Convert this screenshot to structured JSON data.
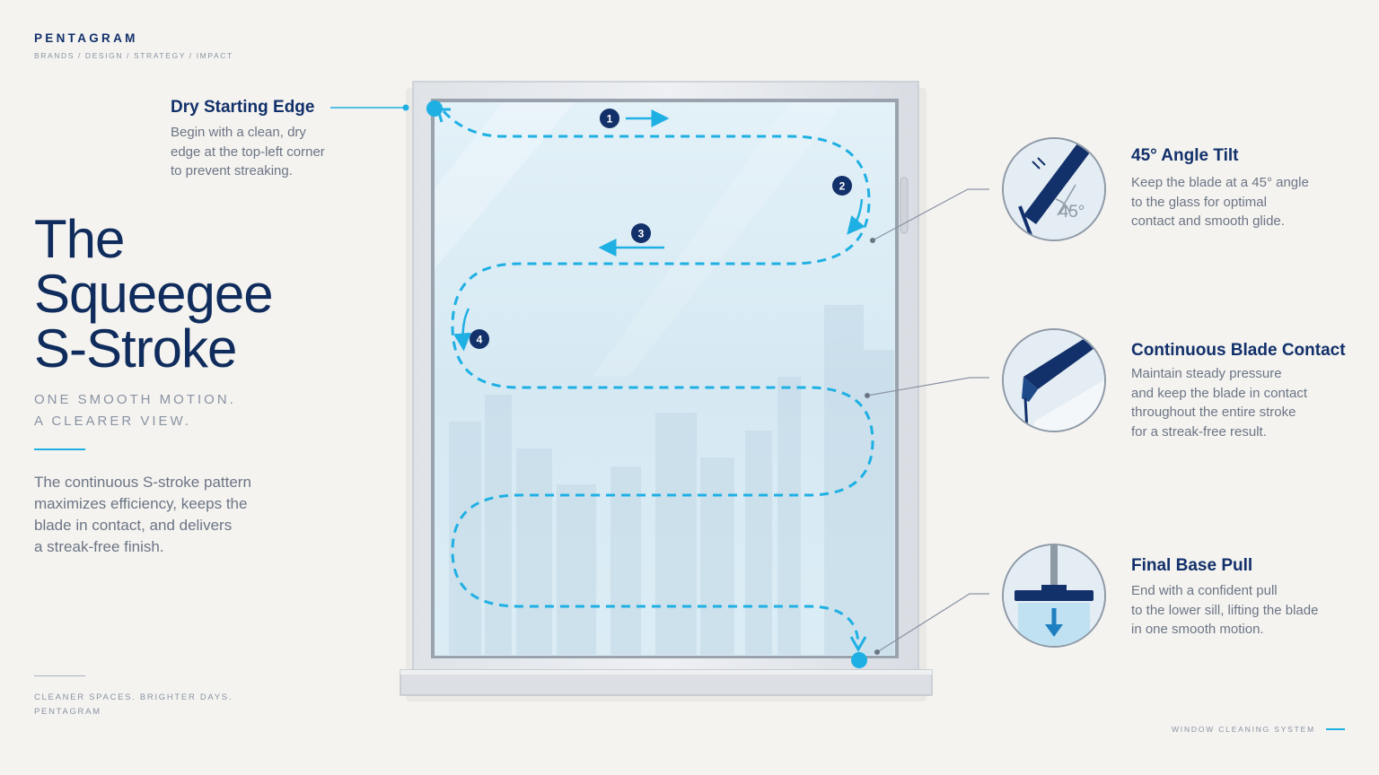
{
  "brand": {
    "name": "PENTAGRAM",
    "tags": "BRANDS  /  DESIGN  /  STRATEGY  /  IMPACT"
  },
  "start_callout": {
    "title": "Dry Starting Edge",
    "lines": [
      "Begin with a clean, dry",
      "edge at the top-left corner",
      "to prevent streaking."
    ]
  },
  "hero": {
    "lines": [
      "The",
      "Squeegee",
      "S-Stroke"
    ],
    "tagline": [
      "ONE SMOOTH MOTION.",
      "A CLEARER VIEW."
    ],
    "intro": [
      "The continuous S-stroke pattern",
      "maximizes efficiency, keeps the",
      "blade in contact, and delivers",
      "a streak-free finish."
    ]
  },
  "steps": [
    "1",
    "2",
    "3",
    "4"
  ],
  "features": [
    {
      "icon": "angle-tilt-icon",
      "title": "45° Angle Tilt",
      "angle_label": "45°",
      "lines": [
        "Keep the blade at a 45° angle",
        "to the glass for optimal",
        "contact and smooth glide."
      ]
    },
    {
      "icon": "blade-contact-icon",
      "title": "Continuous Blade Contact",
      "lines": [
        "Maintain steady pressure",
        "and keep the blade in contact",
        "throughout the entire stroke",
        "for a streak-free result."
      ]
    },
    {
      "icon": "base-pull-icon",
      "title": "Final Base Pull",
      "lines": [
        "End with a confident pull",
        "to the lower sill, lifting the blade",
        "in one smooth motion."
      ]
    }
  ],
  "footer": {
    "lines": [
      "CLEANER SPACES. BRIGHTER DAYS.",
      "PENTAGRAM"
    ],
    "system": "WINDOW CLEANING SYSTEM"
  },
  "colors": {
    "navy": "#12306a",
    "accent": "#1fb0e3",
    "muted": "#6c7585",
    "background": "#f4f3f0"
  }
}
